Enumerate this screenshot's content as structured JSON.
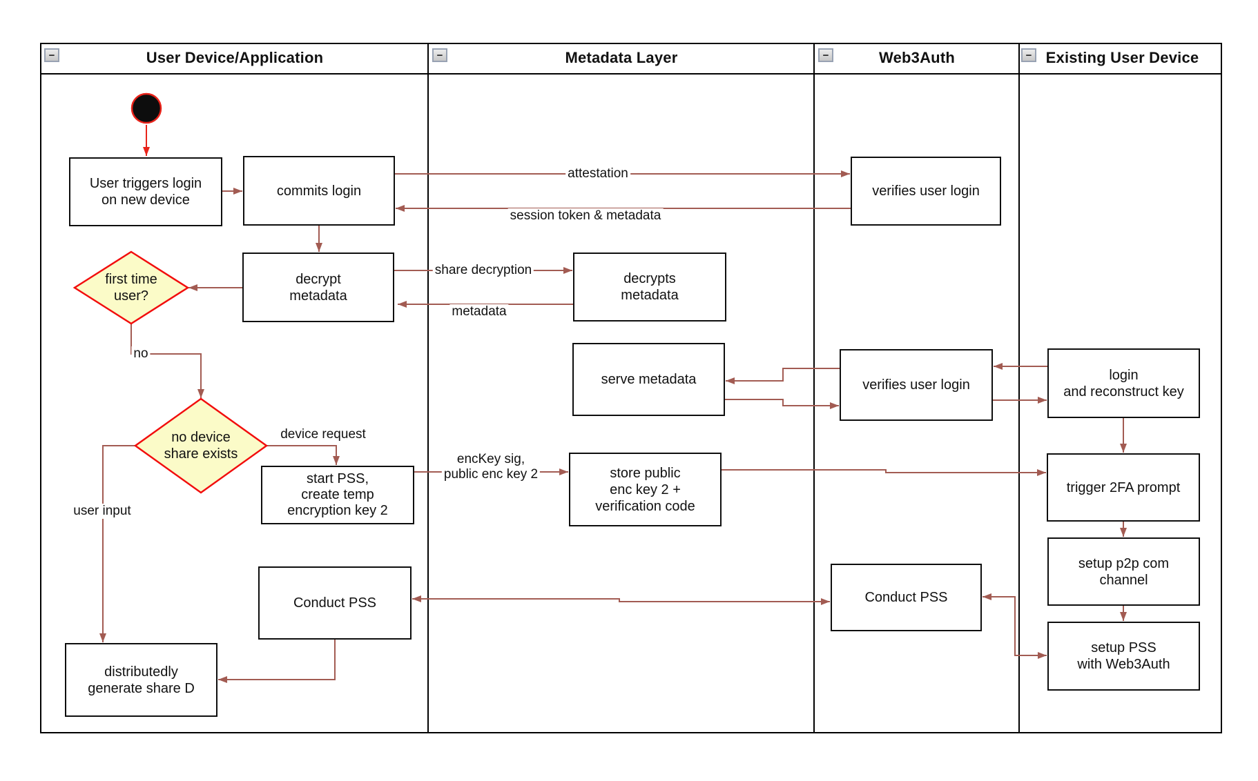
{
  "colors": {
    "arrow": "#A25B52",
    "start_red": "#E8231A",
    "diamond_fill": "#FBFBC8",
    "diamond_stroke": "#F20D0D",
    "node_border": "#0d0d0d",
    "lane_border": "#000000"
  },
  "lanes": [
    {
      "title": "User Device/Application",
      "collapse_label": "−"
    },
    {
      "title": "Metadata Layer",
      "collapse_label": "−"
    },
    {
      "title": "Web3Auth",
      "collapse_label": "−"
    },
    {
      "title": "Existing User Device",
      "collapse_label": "−"
    }
  ],
  "nodes": {
    "start": {
      "type": "initial-node"
    },
    "user_triggers": {
      "text": "User triggers login\non new device"
    },
    "commits_login": {
      "text": "commits login"
    },
    "decrypt_metadata": {
      "text": "decrypt\nmetadata"
    },
    "decrypts_metadata": {
      "text": "decrypts\nmetadata"
    },
    "serve_metadata": {
      "text": "serve metadata"
    },
    "verifies_login_1": {
      "text": "verifies user login"
    },
    "verifies_login_2": {
      "text": "verifies user login"
    },
    "login_reconstruct": {
      "text": "login\nand reconstruct key"
    },
    "start_pss": {
      "text": "start PSS,\ncreate temp\nencryption key 2"
    },
    "store_public": {
      "text": "store public\nenc key 2 +\nverification code"
    },
    "trigger_2fa": {
      "text": "trigger 2FA prompt"
    },
    "setup_p2p": {
      "text": "setup p2p com\nchannel"
    },
    "setup_pss": {
      "text": "setup PSS\nwith Web3Auth"
    },
    "conduct_pss_1": {
      "text": "Conduct PSS"
    },
    "conduct_pss_2": {
      "text": "Conduct PSS"
    },
    "distributedly": {
      "text": "distributedly\ngenerate share D"
    }
  },
  "decisions": {
    "first_time": {
      "text": "first time\nuser?"
    },
    "no_device": {
      "text": "no device\nshare exists"
    }
  },
  "edge_labels": {
    "attestation": "attestation",
    "session": "session token & metadata",
    "share_decryption": "share decryption",
    "metadata": "metadata",
    "no": "no",
    "device_request": "device request",
    "enckey": "encKey sig,\npublic enc key 2",
    "user_input": "user input"
  }
}
